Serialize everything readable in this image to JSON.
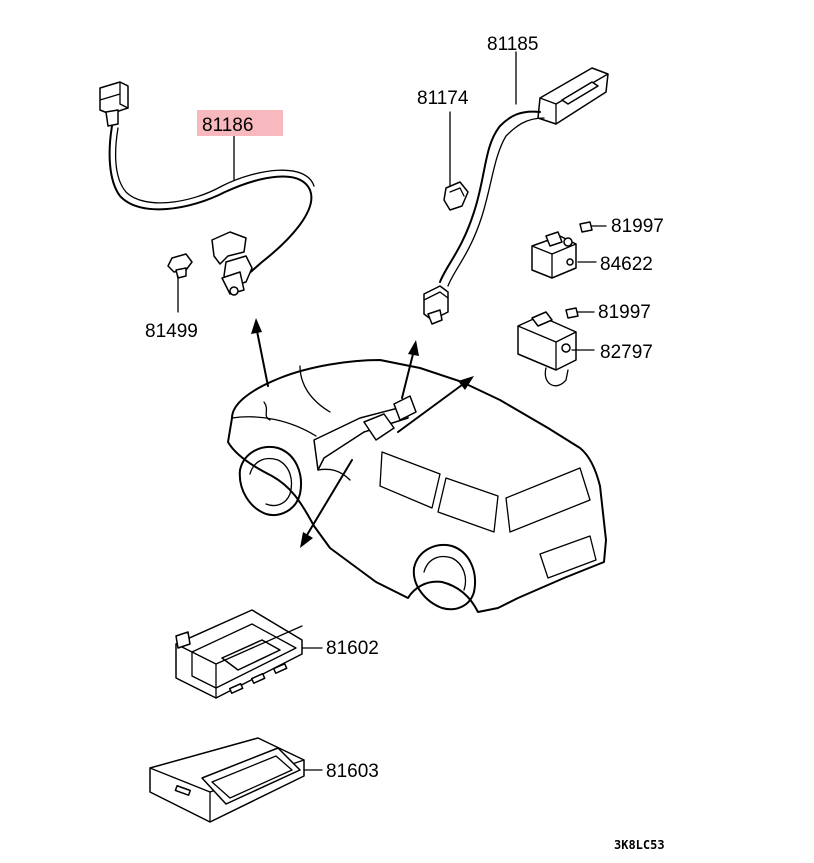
{
  "diagram": {
    "highlight_color": "#f7b9bd",
    "line_color": "#000000",
    "drawing_code": "3K8LC53",
    "parts": [
      {
        "id": "81186",
        "label": "81186",
        "highlighted": true
      },
      {
        "id": "81499",
        "label": "81499",
        "highlighted": false
      },
      {
        "id": "81174",
        "label": "81174",
        "highlighted": false
      },
      {
        "id": "81185",
        "label": "81185",
        "highlighted": false
      },
      {
        "id": "81997a",
        "label": "81997",
        "highlighted": false
      },
      {
        "id": "84622",
        "label": "84622",
        "highlighted": false
      },
      {
        "id": "81997b",
        "label": "81997",
        "highlighted": false
      },
      {
        "id": "82797",
        "label": "82797",
        "highlighted": false
      },
      {
        "id": "81602",
        "label": "81602",
        "highlighted": false
      },
      {
        "id": "81603",
        "label": "81603",
        "highlighted": false
      }
    ]
  }
}
